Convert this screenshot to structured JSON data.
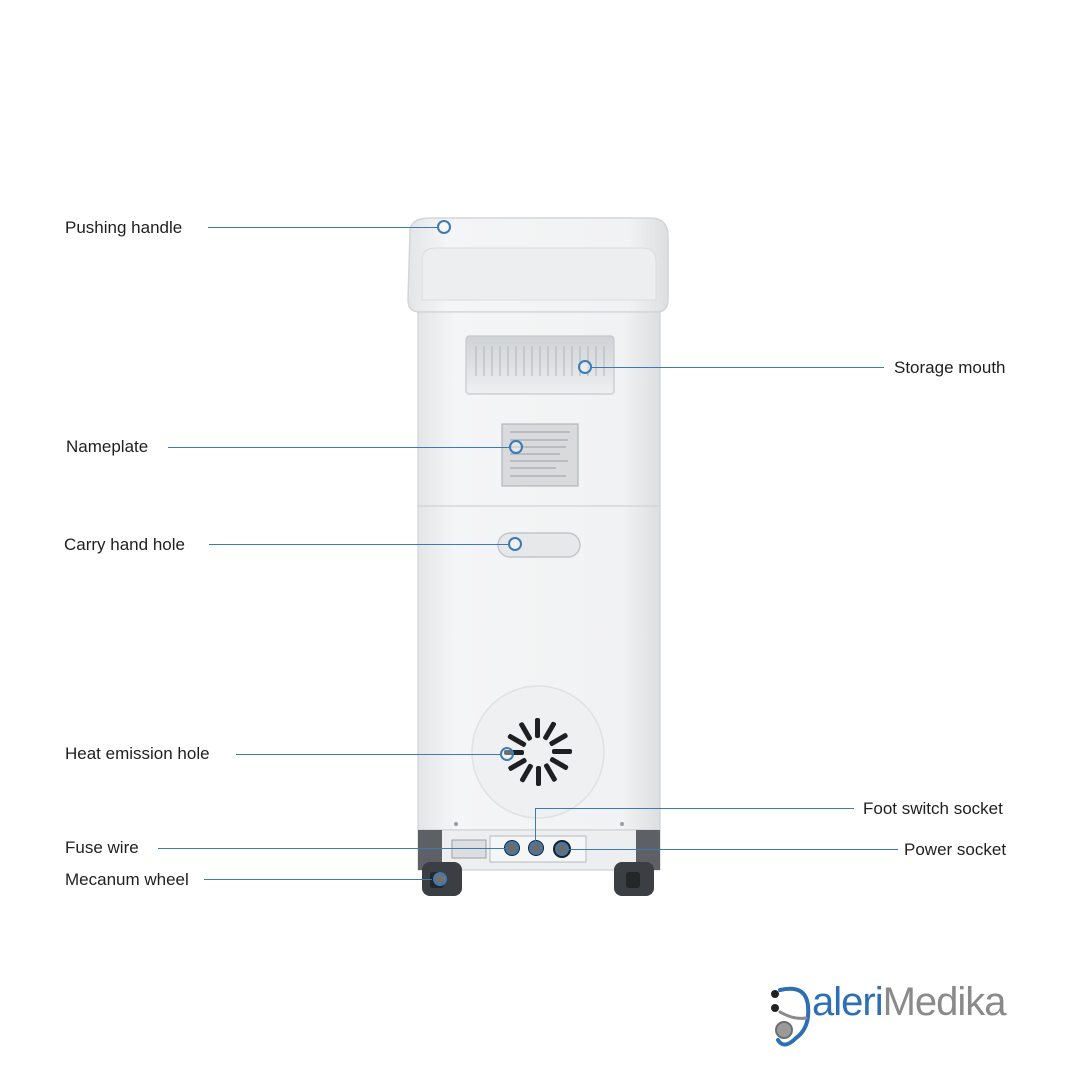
{
  "labels": {
    "pushing_handle": "Pushing handle",
    "storage_mouth": "Storage mouth",
    "nameplate": "Nameplate",
    "carry_hand_hole": "Carry hand hole",
    "heat_emission_hole": "Heat emission hole",
    "foot_switch_socket": "Foot switch socket",
    "fuse_wire": "Fuse wire",
    "power_socket": "Power socket",
    "mecanum_wheel": "Mecanum wheel"
  },
  "brand": {
    "name_part1": "aleri",
    "name_part2": "Medika",
    "full_name": "GaleriMedika"
  },
  "colors": {
    "leader": "#3d7ab5",
    "brand_blue": "#2e6fb3",
    "brand_gray": "#8a8a8a",
    "device_body": "#f2f3f4",
    "device_base": "#5f6368"
  }
}
